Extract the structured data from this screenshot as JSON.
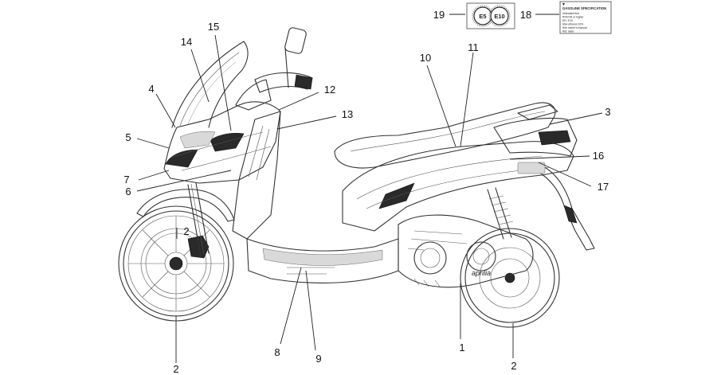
{
  "callouts": [
    {
      "id": "c1",
      "label": "1"
    },
    {
      "id": "c2a",
      "label": "2"
    },
    {
      "id": "c2b",
      "label": "2"
    },
    {
      "id": "c3",
      "label": "3"
    },
    {
      "id": "c4",
      "label": "4"
    },
    {
      "id": "c5",
      "label": "5"
    },
    {
      "id": "c6",
      "label": "6"
    },
    {
      "id": "c7",
      "label": "7"
    },
    {
      "id": "c8",
      "label": "8"
    },
    {
      "id": "c9",
      "label": "9"
    },
    {
      "id": "c10",
      "label": "10"
    },
    {
      "id": "c11",
      "label": "11"
    },
    {
      "id": "c12",
      "label": "12"
    },
    {
      "id": "c13",
      "label": "13"
    },
    {
      "id": "c14",
      "label": "14"
    },
    {
      "id": "c15",
      "label": "15"
    },
    {
      "id": "c16",
      "label": "16"
    },
    {
      "id": "c17",
      "label": "17"
    },
    {
      "id": "c18",
      "label": "18"
    },
    {
      "id": "c19",
      "label": "19"
    }
  ],
  "fuel_badge": {
    "left": "E5",
    "right": "E10"
  },
  "gasoline_label": {
    "title": "GASOLINE SPECIFICATION",
    "lines": [
      "Unleaded fuel",
      "RON 95 or higher",
      "E5 / E10",
      "Max ethanol 10%",
      "See owner's manual",
      "Ref. label"
    ]
  },
  "brand_text": "aprilia"
}
